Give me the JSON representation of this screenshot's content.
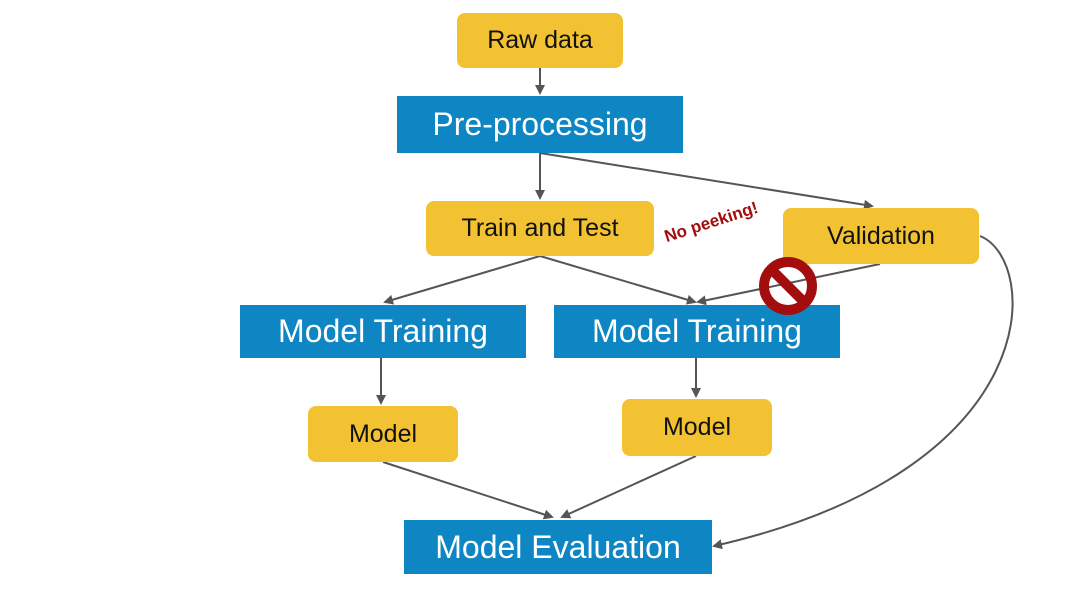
{
  "nodes": {
    "raw_data": "Raw data",
    "pre_processing": "Pre-processing",
    "train_and_test": "Train and Test",
    "validation": "Validation",
    "model_training_left": "Model Training",
    "model_training_right": "Model Training",
    "model_left": "Model",
    "model_right": "Model",
    "model_evaluation": "Model Evaluation"
  },
  "annotations": {
    "no_peeking": "No peeking!",
    "no_peeking_icon": "prohibited-sign-icon"
  },
  "colors": {
    "process_box": "#0e86c3",
    "data_box": "#f2c232",
    "arrow": "#555555",
    "warning": "#a40d0d"
  }
}
